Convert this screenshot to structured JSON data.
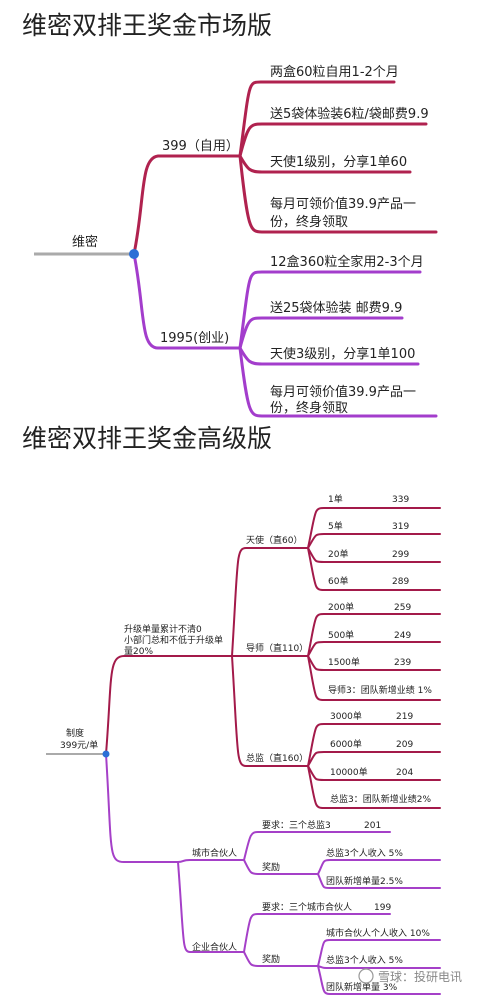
{
  "section1": {
    "title": "维密双排王奖金市场版",
    "root": "维密",
    "branch_a": {
      "label": "399（自用）",
      "leaves": [
        "两盒60粒自用1-2个月",
        "送5袋体验装6粒/袋邮费9.9",
        "天使1级别，分享1单60",
        "每月可领价值39.9产品一",
        "份，终身领取"
      ]
    },
    "branch_b": {
      "label": "1995(创业)",
      "leaves": [
        "12盒360粒全家用2-3个月",
        "送25袋体验装  邮费9.9",
        "天使3级别，分享1单100",
        "每月可领价值39.9产品一",
        "份，终身领取"
      ]
    }
  },
  "section2": {
    "title": "维密双排王奖金高级版",
    "root_line1": "制度",
    "root_line2": "399元/单",
    "note_line1": "升级单量累计不清0",
    "note_line2": "小部门总和不低于升级单",
    "note_line3": "量20%",
    "tianshi": {
      "label": "天使（直60）",
      "rows": [
        [
          "1单",
          "339"
        ],
        [
          "5单",
          "319"
        ],
        [
          "20单",
          "299"
        ],
        [
          "60单",
          "289"
        ]
      ]
    },
    "daoshi": {
      "label": "导师（直110）",
      "rows": [
        [
          "200单",
          "259"
        ],
        [
          "500单",
          "249"
        ],
        [
          "1500单",
          "239"
        ]
      ],
      "note": "导师3：团队新增业绩 1%"
    },
    "zongjian": {
      "label": "总监（直160）",
      "rows": [
        [
          "3000单",
          "219"
        ],
        [
          "6000单",
          "209"
        ],
        [
          "10000单",
          "204"
        ]
      ],
      "note": "总监3：团队新增业绩2%"
    },
    "city": {
      "label": "城市合伙人",
      "req_label": "要求：三个总监3",
      "req_value": "201",
      "reward_label": "奖励",
      "rewards": [
        "总监3个人收入 5%",
        "团队新增单量2.5%"
      ]
    },
    "enterprise": {
      "label": "企业合伙人",
      "req_label": "要求：三个城市合伙人",
      "req_value": "199",
      "reward_label": "奖励",
      "rewards": [
        "城市合伙人个人收入 10%",
        "总监3个人收入 5%",
        "团队新增单量 3%"
      ]
    },
    "watermark": "雪球：投研电讯"
  },
  "colors": {
    "crimson": "#b0224f",
    "violet": "#a33dcc",
    "node": "#2b6fd6",
    "grey": "#aaaaaa"
  }
}
